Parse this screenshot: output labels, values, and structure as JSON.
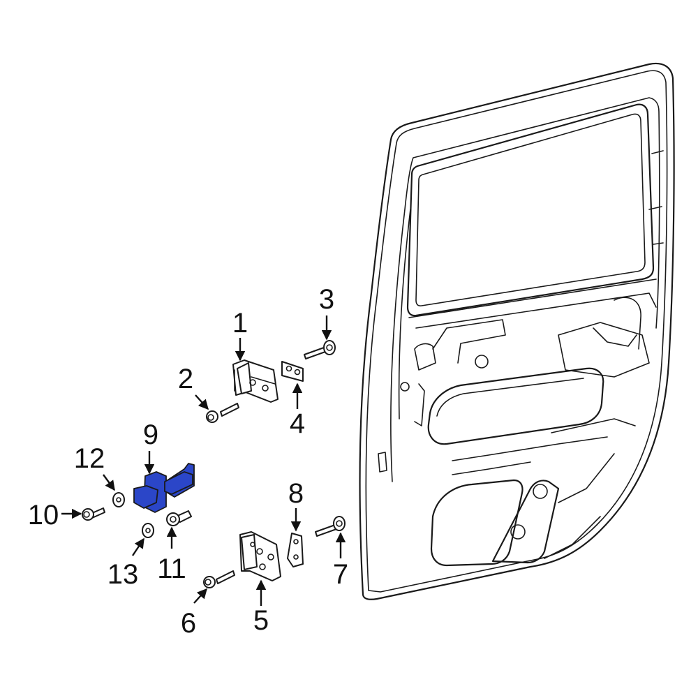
{
  "diagram": {
    "highlight_color": "#2b46c8",
    "highlighted_part": "9",
    "callouts": [
      {
        "id": "c1",
        "label": "1"
      },
      {
        "id": "c2",
        "label": "2"
      },
      {
        "id": "c3",
        "label": "3"
      },
      {
        "id": "c4",
        "label": "4"
      },
      {
        "id": "c5",
        "label": "5"
      },
      {
        "id": "c6",
        "label": "6"
      },
      {
        "id": "c7",
        "label": "7"
      },
      {
        "id": "c8",
        "label": "8"
      },
      {
        "id": "c9",
        "label": "9"
      },
      {
        "id": "c10",
        "label": "10"
      },
      {
        "id": "c11",
        "label": "11"
      },
      {
        "id": "c12",
        "label": "12"
      },
      {
        "id": "c13",
        "label": "13"
      }
    ]
  }
}
